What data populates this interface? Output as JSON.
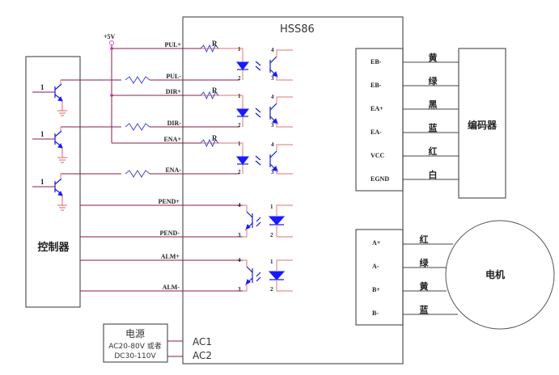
{
  "driver": {
    "model": "HSS86",
    "inputs": [
      "PUL+",
      "PUL-",
      "DIR+",
      "DIR-",
      "ENA+",
      "ENA-"
    ],
    "outputs": [
      "PEND+",
      "PEND-",
      "ALM+",
      "ALM-"
    ],
    "resistor_label": "R",
    "power_terminals": [
      "AC1",
      "AC2"
    ]
  },
  "supply": {
    "vcc_label": "+5V"
  },
  "controller": {
    "label": "控制器",
    "transistor_input_label": "1"
  },
  "power_supply": {
    "title": "电源",
    "line1": "AC20-80V 或者",
    "line2": "DC30-110V"
  },
  "encoder": {
    "label": "编码器",
    "pins": [
      {
        "pin": "EB-",
        "color": "黄"
      },
      {
        "pin": "EB-",
        "color": "绿"
      },
      {
        "pin": "EA+",
        "color": "黑"
      },
      {
        "pin": "EA-",
        "color": "蓝"
      },
      {
        "pin": "VCC",
        "color": "红"
      },
      {
        "pin": "EGND",
        "color": "白"
      }
    ]
  },
  "motor": {
    "label": "电机",
    "pins": [
      {
        "pin": "A+",
        "color": "红"
      },
      {
        "pin": "A-",
        "color": "绿"
      },
      {
        "pin": "B+",
        "color": "黄"
      },
      {
        "pin": "B-",
        "color": "蓝"
      }
    ]
  },
  "optocoupler_pins": [
    "1",
    "2",
    "3",
    "4"
  ]
}
